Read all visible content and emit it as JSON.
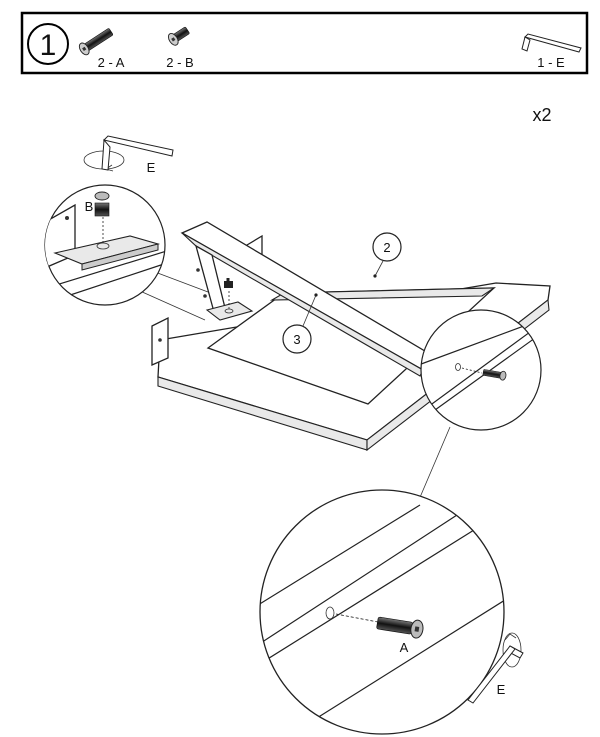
{
  "step": {
    "number": "1",
    "quantity": "x2"
  },
  "parts": [
    {
      "id": "bolt-long",
      "label": "2 - A",
      "icon": "long-bolt-icon"
    },
    {
      "id": "bolt-short",
      "label": "2 - B",
      "icon": "short-bolt-icon"
    },
    {
      "id": "hex-key",
      "label": "1 - E",
      "icon": "allen-key-icon"
    }
  ],
  "callouts": {
    "panel_2": "2",
    "panel_3": "3",
    "bolt_a": "A",
    "bolt_b": "B",
    "key_e_top": "E",
    "key_e_bottom": "E"
  }
}
